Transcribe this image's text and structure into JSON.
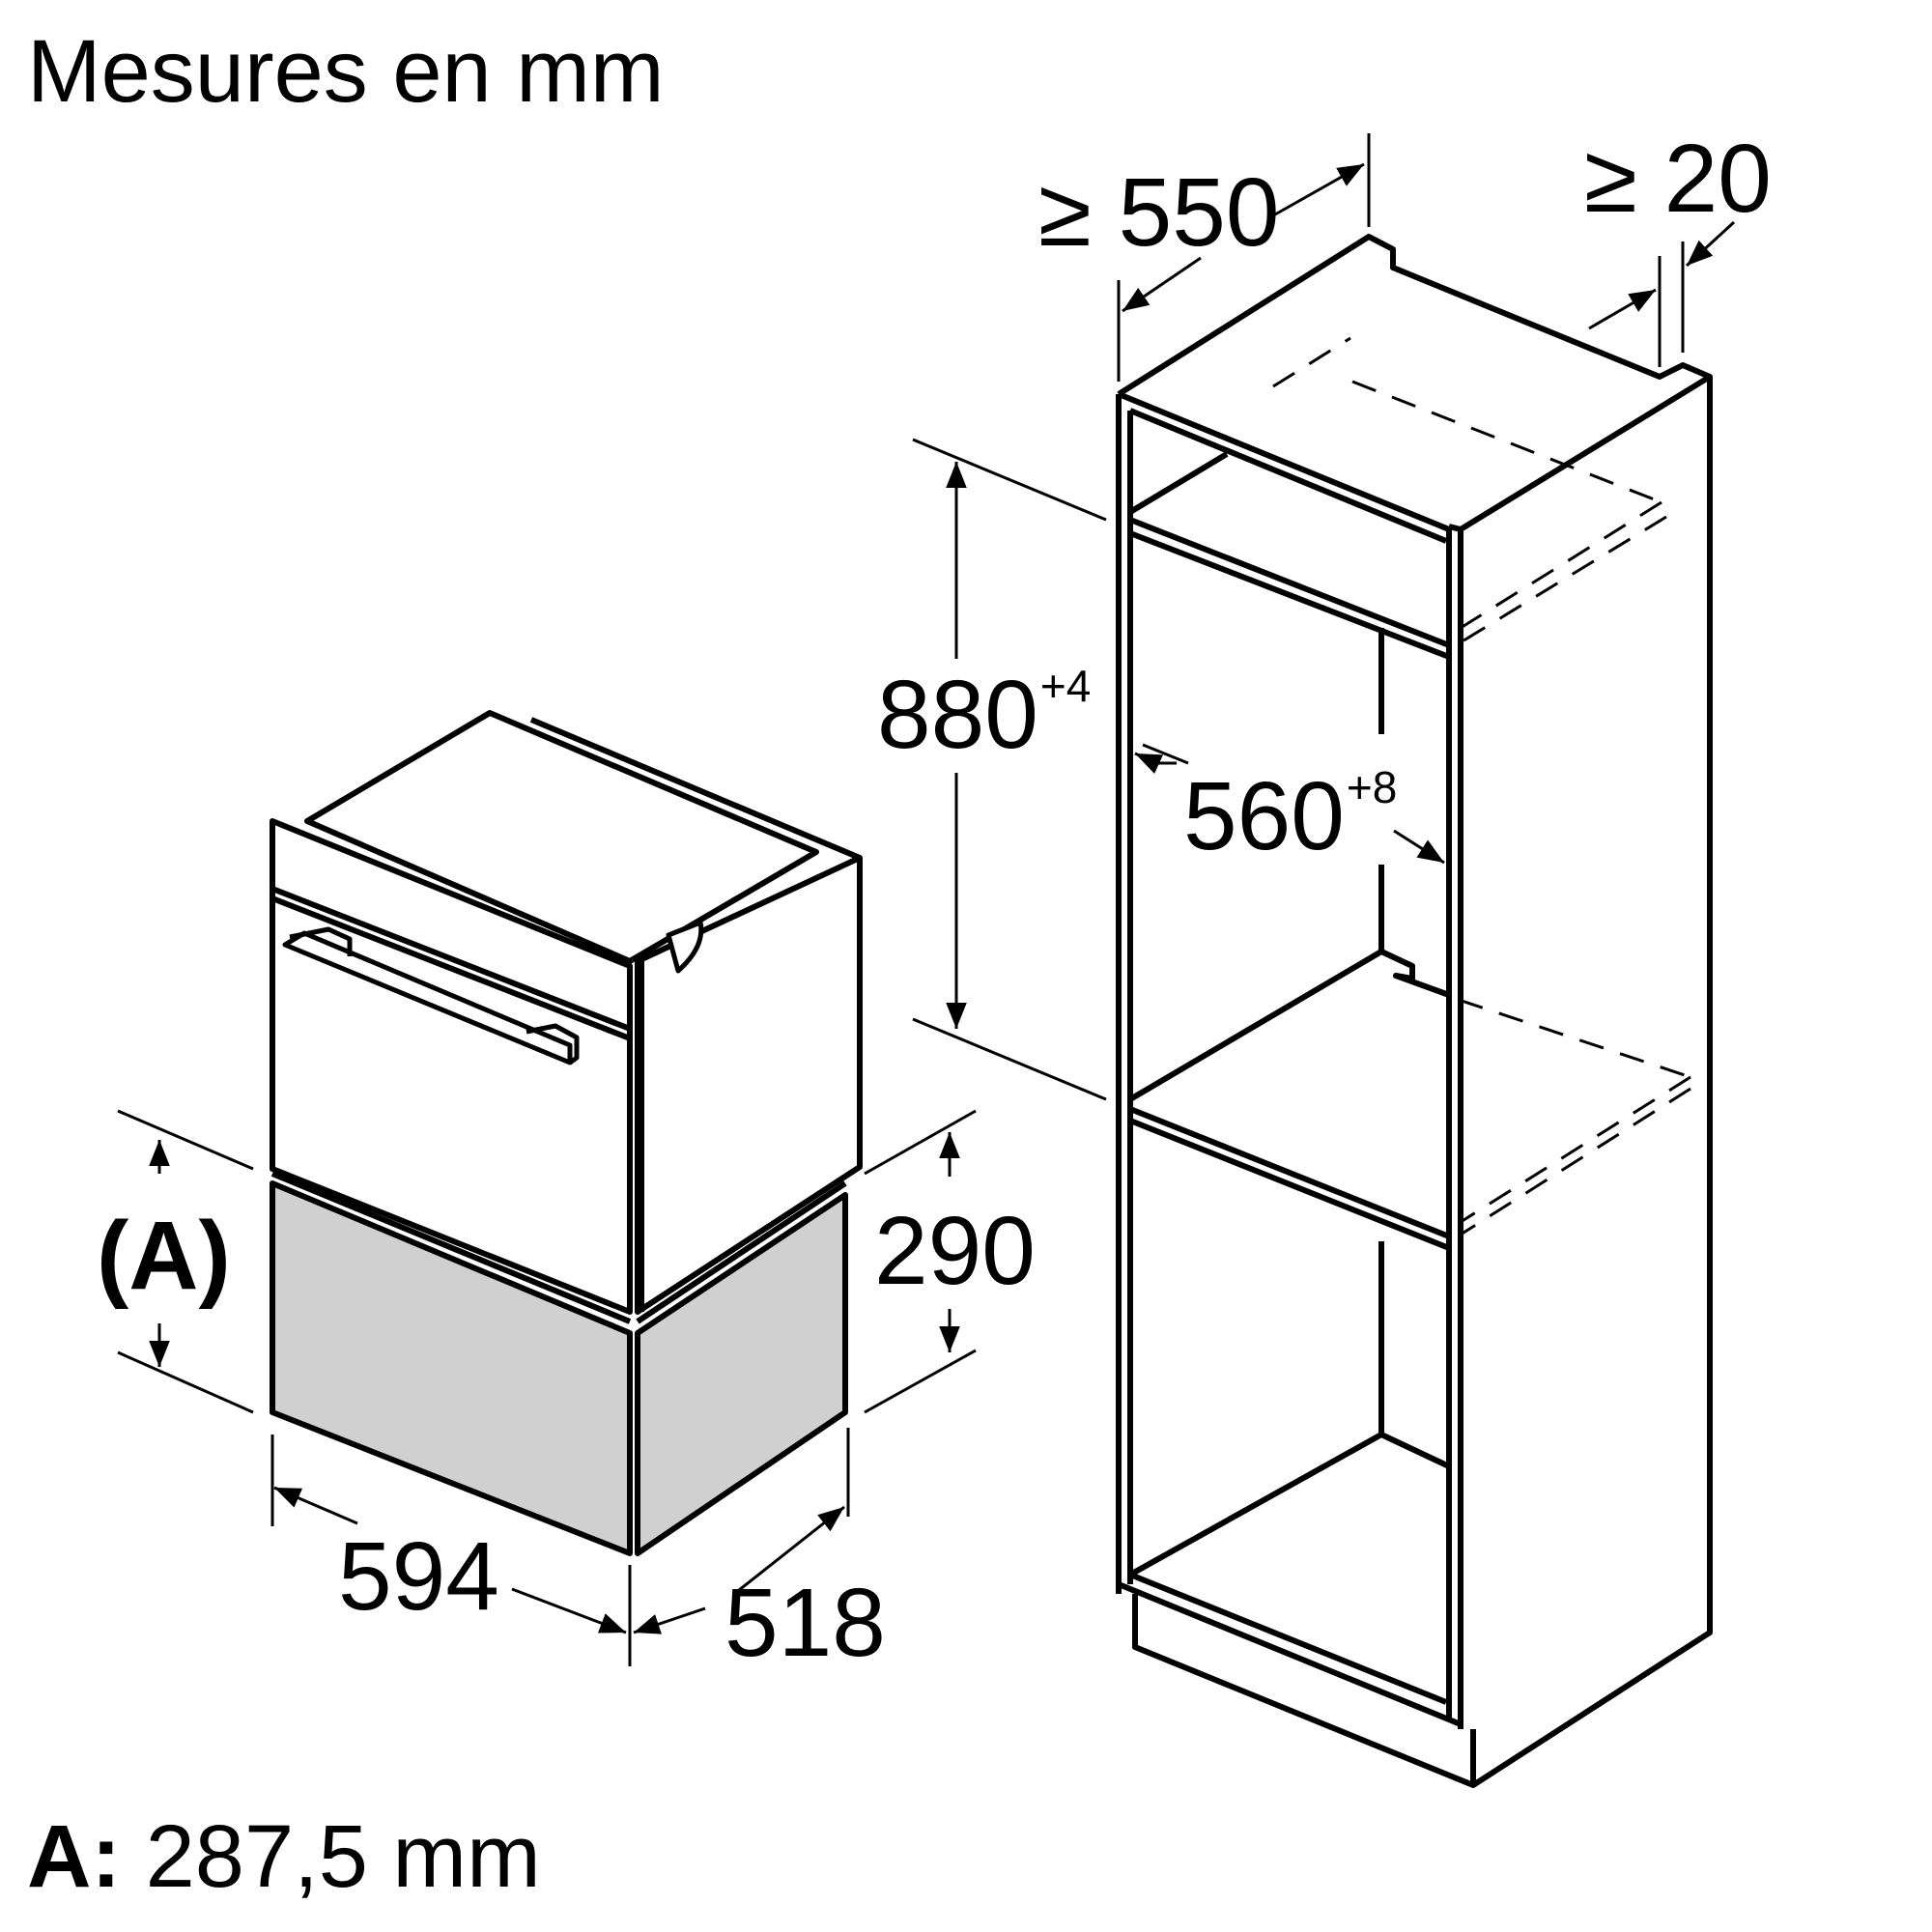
{
  "title": "Mesures en mm",
  "appliance": {
    "width": "594",
    "depth": "518",
    "height_drawer": "290",
    "height_label": "(A)",
    "drawer_fill_color": "#d0d0d0"
  },
  "niche": {
    "depth_min": "≥ 550",
    "gap_min": "≥ 20",
    "height": "880",
    "height_tolerance": "+4",
    "width": "560",
    "width_tolerance": "+8"
  },
  "footnote": {
    "key": "A:",
    "value": "287,5 mm"
  },
  "colors": {
    "line": "#000000",
    "background": "#ffffff",
    "drawer_gray": "#d0d0d0"
  }
}
